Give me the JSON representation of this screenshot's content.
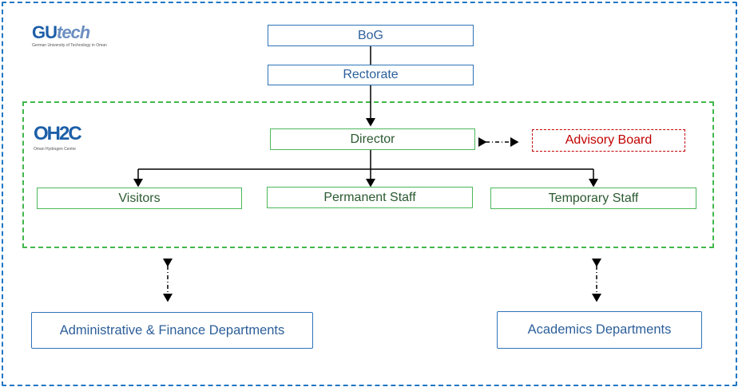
{
  "logos": {
    "gutech": {
      "text_gu": "GU",
      "text_tech": "tech",
      "tagline": "German University of Technology in Oman"
    },
    "ohc": {
      "text": "OH2C",
      "tagline": "Oman Hydrogen Centre"
    }
  },
  "nodes": {
    "bog": "BoG",
    "rectorate": "Rectorate",
    "director": "Director",
    "advisory_board": "Advisory Board",
    "visitors": "Visitors",
    "permanent_staff": "Permanent Staff",
    "temporary_staff": "Temporary Staff",
    "admin_finance": "Administrative & Finance Departments",
    "academics": "Academics Departments"
  },
  "colors": {
    "outer_border": "#1f77c4",
    "ohc_border": "#41b84c",
    "advisory": "#c00000"
  }
}
